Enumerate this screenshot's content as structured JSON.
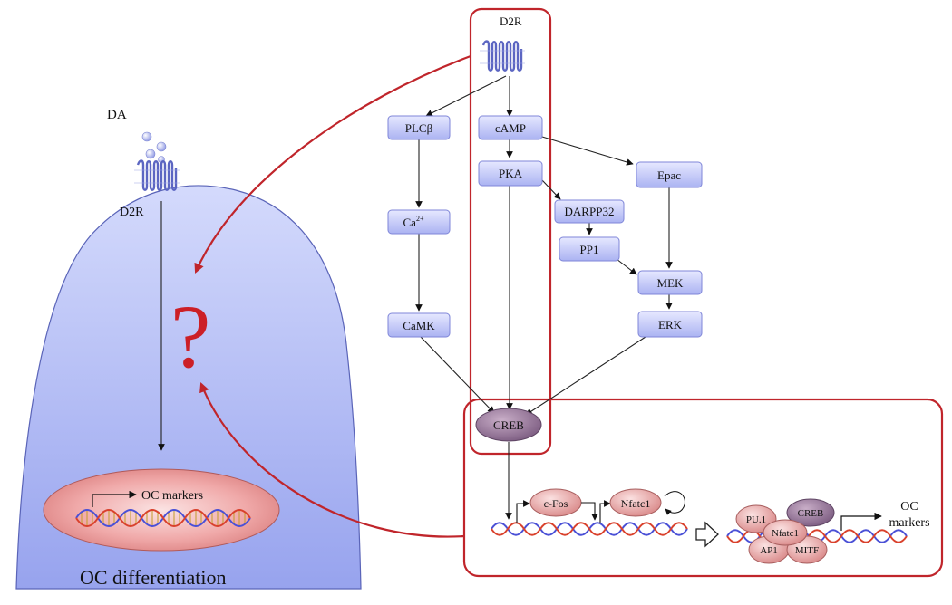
{
  "cell": {
    "ligand": "DA",
    "receptor": "D2R",
    "question": "?",
    "nucleus_label": "OC markers",
    "caption": "OC differentiation"
  },
  "pathway": {
    "receptor": "D2R",
    "nodes": {
      "plcb": "PLCβ",
      "camp": "cAMP",
      "pka": "PKA",
      "epac": "Epac",
      "ca": "Ca",
      "ca_sup": "2+",
      "darpp32": "DARPP32",
      "pp1": "PP1",
      "mek": "MEK",
      "camk": "CaMK",
      "erk": "ERK",
      "creb": "CREB"
    }
  },
  "transcription": {
    "cfos": "c-Fos",
    "nfatc1": "Nfatc1",
    "complex": {
      "pu1": "PU.1",
      "creb": "CREB",
      "nfatc1": "Nfatc1",
      "ap1": "AP1",
      "mitf": "MITF"
    },
    "markers_line1": "OC",
    "markers_line2": "markers"
  },
  "colors": {
    "highlight": "#c0252b",
    "node_fill": "#c9cdfa",
    "cell_fill": "#b3bdf6",
    "creb_fill": "#8e6f93"
  }
}
